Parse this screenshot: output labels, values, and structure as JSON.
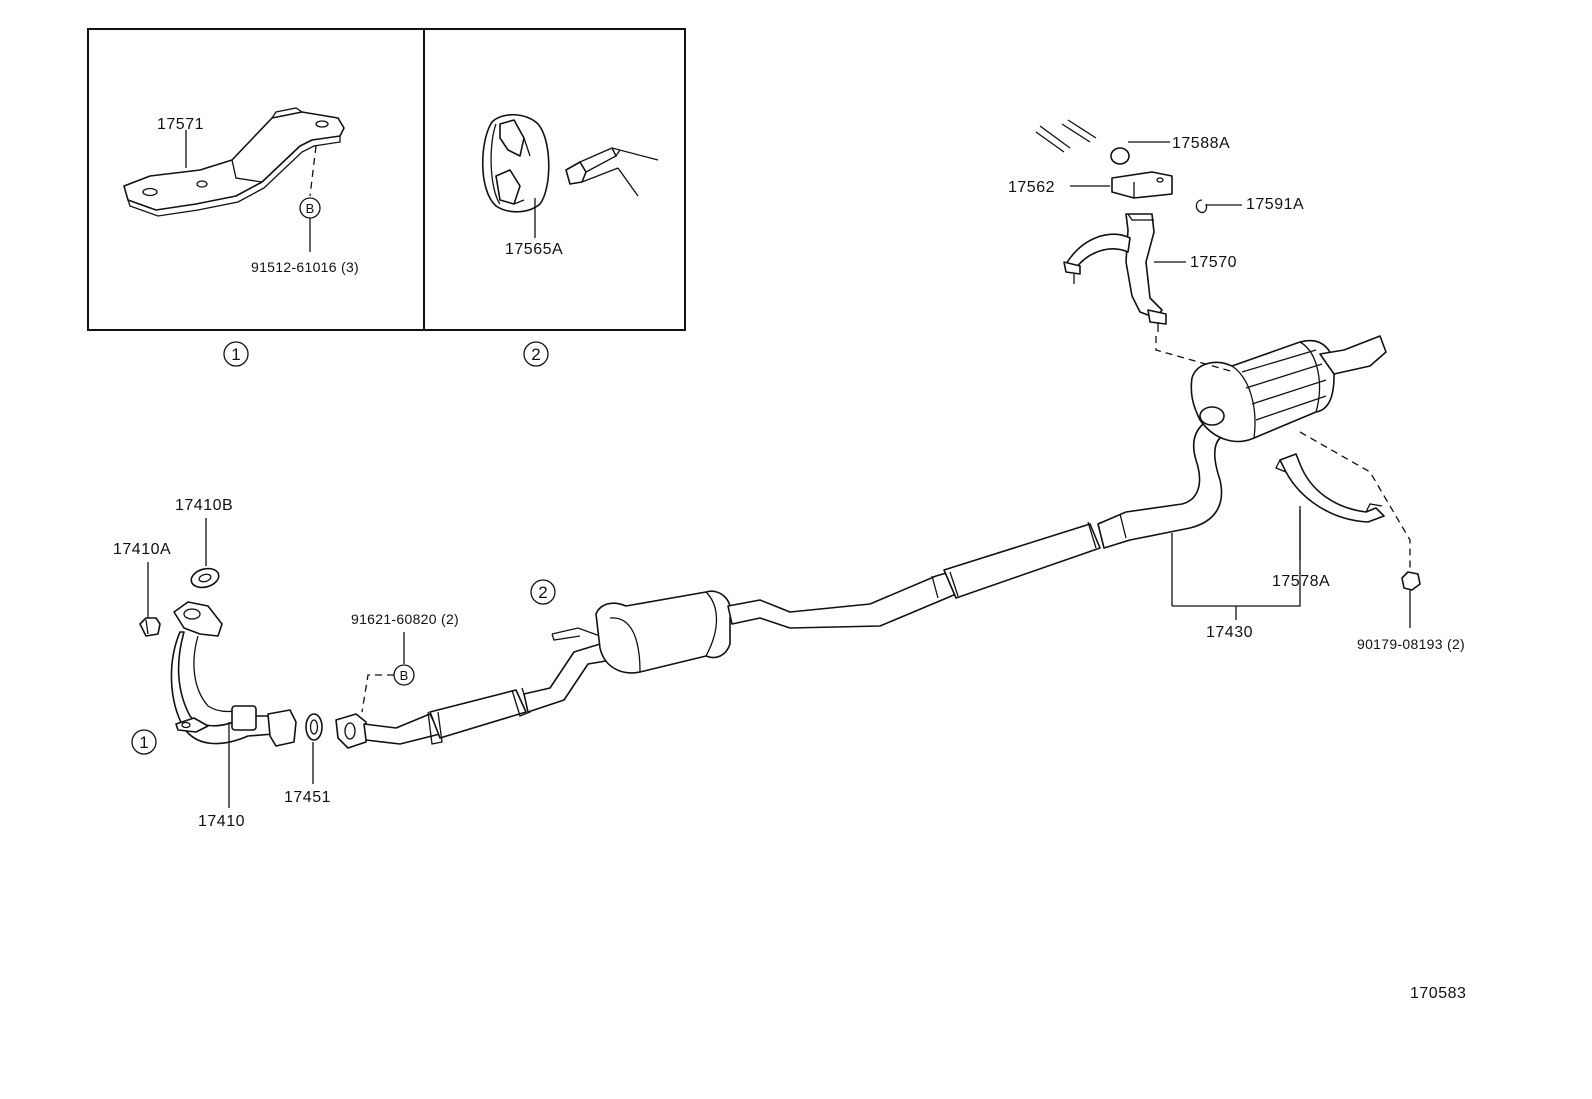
{
  "inset_1": {
    "marker": "1",
    "bracket_part": "17571",
    "bolt_marker": "B",
    "bolt_part": "91512-61016 (3)"
  },
  "inset_2": {
    "marker": "2",
    "hanger_part": "17565A"
  },
  "front_pipe": {
    "part": "17410",
    "nut_part": "17410A",
    "gasket_part": "17410B",
    "location_marker": "1"
  },
  "flange_gasket": {
    "part": "17451"
  },
  "center_pipe": {
    "bolt_marker": "B",
    "bolt_part": "91621-60820 (2)",
    "hanger_marker": "2"
  },
  "tail_pipe": {
    "part": "17430"
  },
  "rear_hanger": {
    "cushion_part": "17588A",
    "bracket_part": "17562",
    "clip_part": "17591A",
    "band_part": "17570"
  },
  "lower_band": {
    "part": "17578A",
    "bolt_part": "90179-08193 (2)"
  },
  "diagram_id": "170583"
}
